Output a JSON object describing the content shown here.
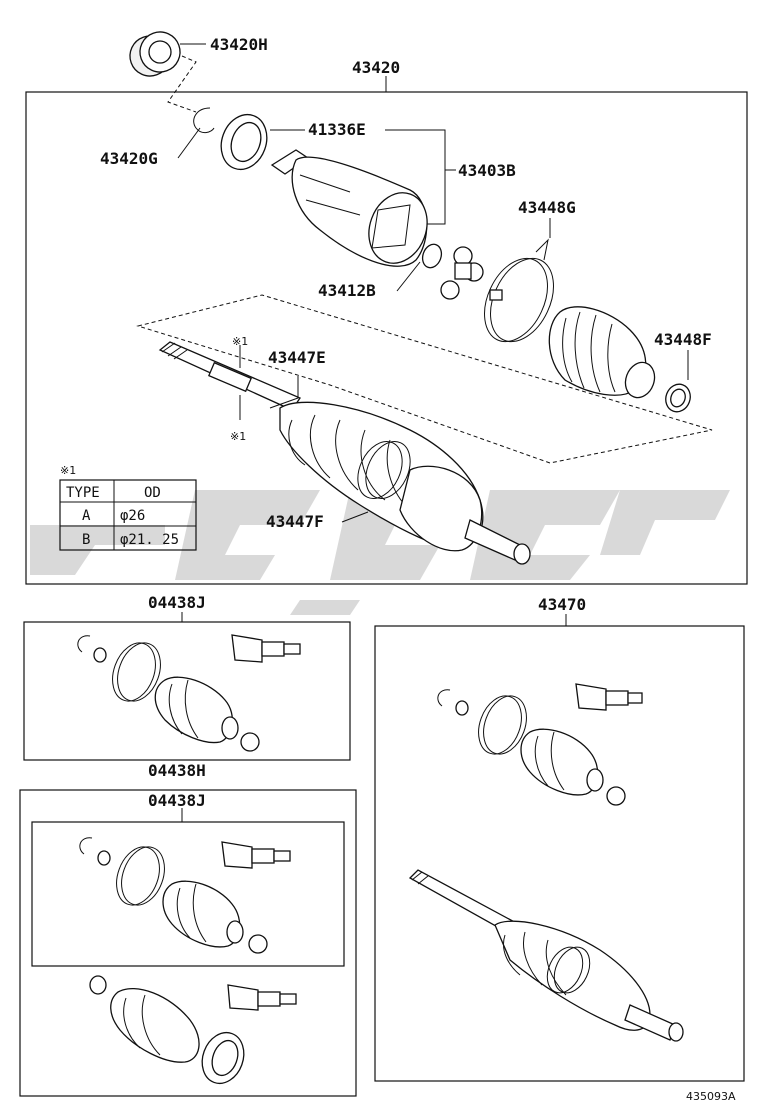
{
  "diagram": {
    "labels": {
      "p43420H": "43420H",
      "p43420": "43420",
      "p43420G": "43420G",
      "p41336E": "41336E",
      "p43403B": "43403B",
      "p43448G": "43448G",
      "p43412B": "43412B",
      "p43448F": "43448F",
      "p43447E": "43447E",
      "p43447F": "43447F",
      "p04438J_top": "04438J",
      "p43470": "43470",
      "p04438H": "04438H",
      "p04438J_inner": "04438J"
    },
    "notes": {
      "note_mark_1": "※1",
      "note_mark_2": "※1",
      "table_mark": "※1"
    },
    "table": {
      "headers": [
        "TYPE",
        "OD"
      ],
      "rows": [
        {
          "type": "A",
          "od": "φ26"
        },
        {
          "type": "B",
          "od": "φ21. 25"
        }
      ]
    },
    "figure_code": "435093A"
  }
}
